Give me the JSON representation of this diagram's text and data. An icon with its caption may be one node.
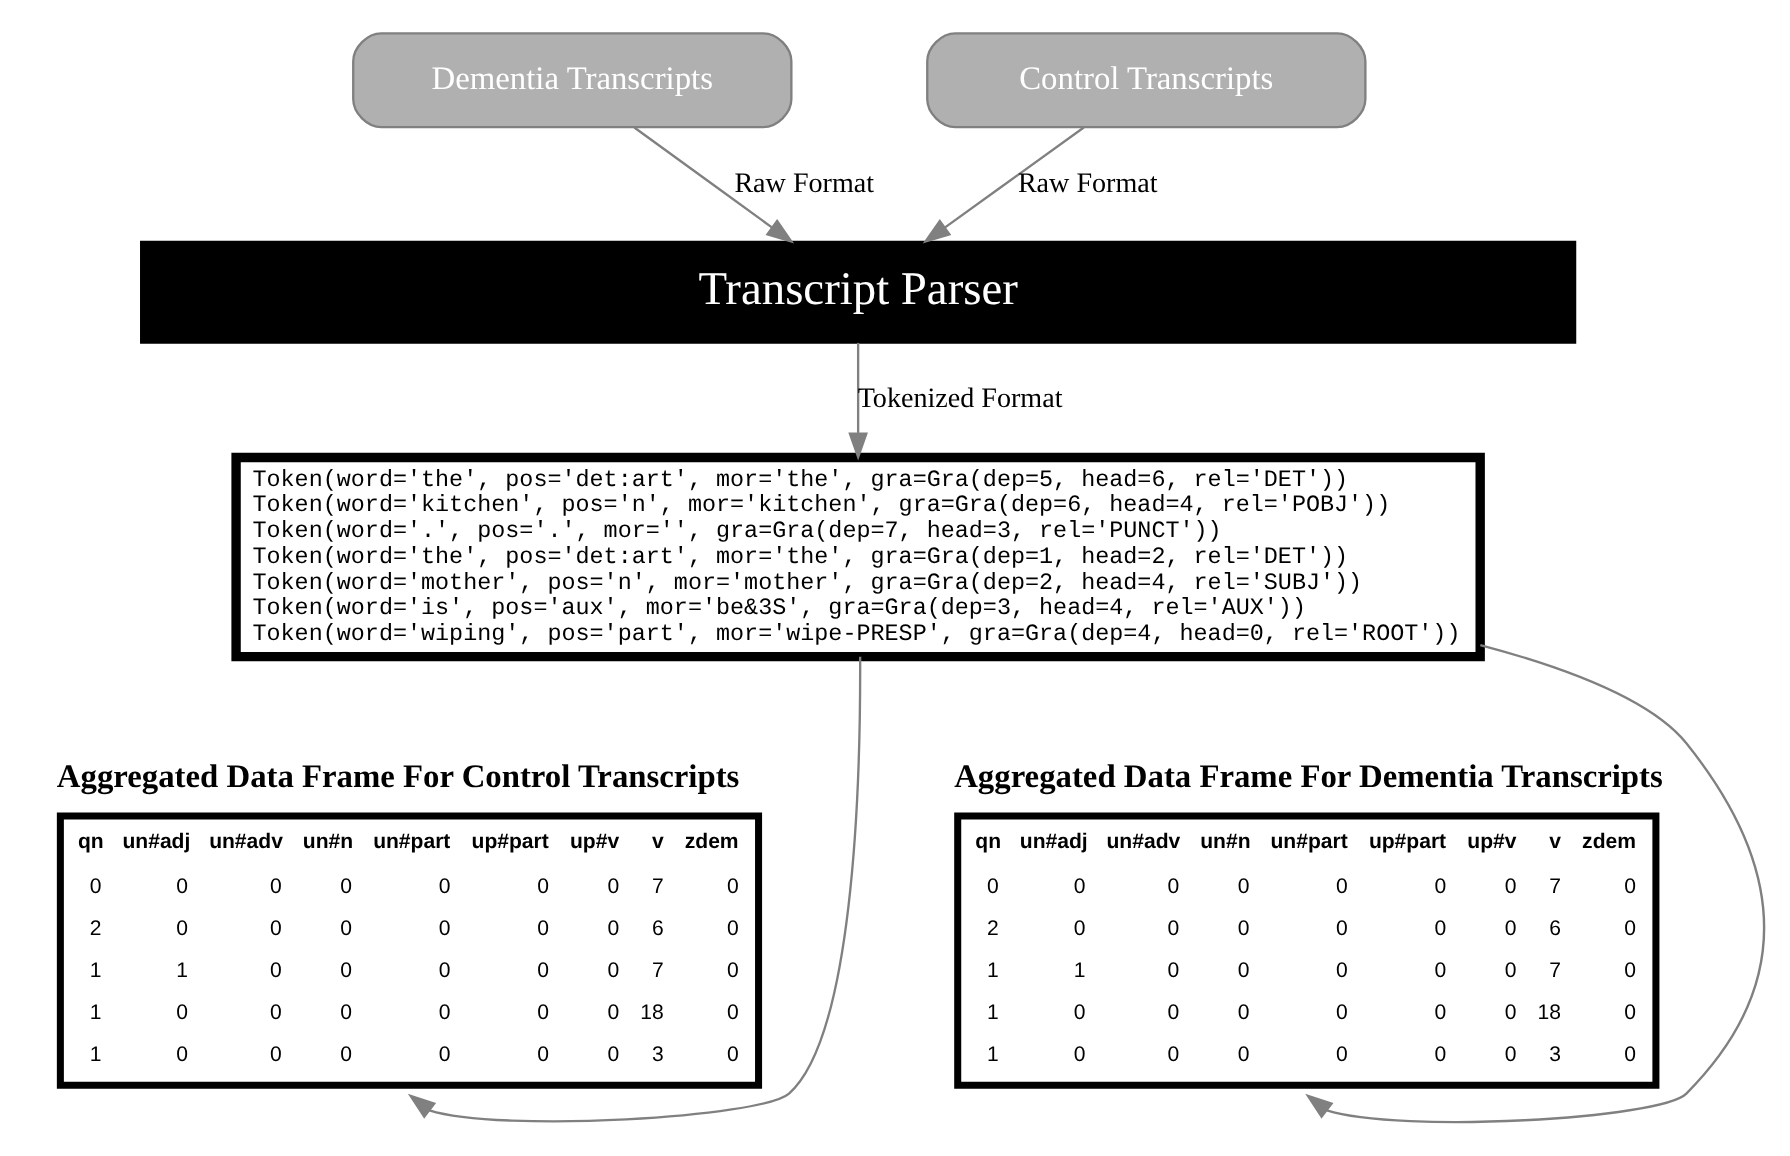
{
  "diagram": {
    "nodes": [
      {
        "text": [
          "Dementia Transcripts"
        ]
      },
      {
        "text": [
          "Control Transcripts"
        ]
      },
      {
        "text": [
          "Transcript Parser"
        ]
      },
      {
        "text": [
          "Token(word='the', pos='det:art', mor='the', gra=Gra(dep=5, head=6, rel='DET'))",
          "Token(word='kitchen', pos='n', mor='kitchen', gra=Gra(dep=6, head=4, rel='POBJ'))",
          "Token(word='.', pos='.', mor='', gra=Gra(dep=7, head=3, rel='PUNCT'))",
          "Token(word='the', pos='det:art', mor='the', gra=Gra(dep=1, head=2, rel='DET'))",
          "Token(word='mother', pos='n', mor='mother', gra=Gra(dep=2, head=4, rel='SUBJ'))",
          "Token(word='is', pos='aux', mor='be&3S', gra=Gra(dep=3, head=4, rel='AUX'))",
          "Token(word='wiping', pos='part', mor='wipe-PRESP', gra=Gra(dep=4, head=0, rel='ROOT'))"
        ]
      },
      {
        "text": [
          "Aggregated Data Frame For Control Transcripts",
          "qn",
          "un#adj",
          "un#adv",
          "un#n",
          "un#part",
          "up#part",
          "up#v",
          "v",
          "zdem",
          "0",
          "0",
          "0",
          "0",
          "0",
          "0",
          "0",
          "7",
          "0",
          "2",
          "0",
          "0",
          "0",
          "0",
          "0",
          "0",
          "6",
          "0",
          "1",
          "1",
          "0",
          "0",
          "0",
          "0",
          "0",
          "7",
          "0",
          "1",
          "0",
          "0",
          "0",
          "0",
          "0",
          "0",
          "18",
          "0",
          "1",
          "0",
          "0",
          "0",
          "0",
          "0",
          "0",
          "3",
          "0"
        ]
      },
      {
        "text": [
          "Aggregated Data Frame For Dementia Transcripts",
          "qn",
          "un#adj",
          "un#adv",
          "un#n",
          "un#part",
          "up#part",
          "up#v",
          "v",
          "zdem",
          "0",
          "0",
          "0",
          "0",
          "0",
          "0",
          "0",
          "7",
          "0",
          "2",
          "0",
          "0",
          "0",
          "0",
          "0",
          "0",
          "6",
          "0",
          "1",
          "1",
          "0",
          "0",
          "0",
          "0",
          "0",
          "7",
          "0",
          "1",
          "0",
          "0",
          "0",
          "0",
          "0",
          "0",
          "18",
          "0",
          "1",
          "0",
          "0",
          "0",
          "0",
          "0",
          "0",
          "3",
          "0"
        ]
      }
    ],
    "edges": [
      {
        "from": 0,
        "to": 2,
        "arrow": "to",
        "label": "Raw Format"
      },
      {
        "from": 1,
        "to": 2,
        "arrow": "to",
        "label": "Raw Format"
      },
      {
        "from": 2,
        "to": 3,
        "arrow": "to",
        "label": "Tokenized Format"
      },
      {
        "from": 3,
        "to": 4,
        "arrow": "to"
      },
      {
        "from": 3,
        "to": 5,
        "arrow": "to"
      }
    ]
  }
}
